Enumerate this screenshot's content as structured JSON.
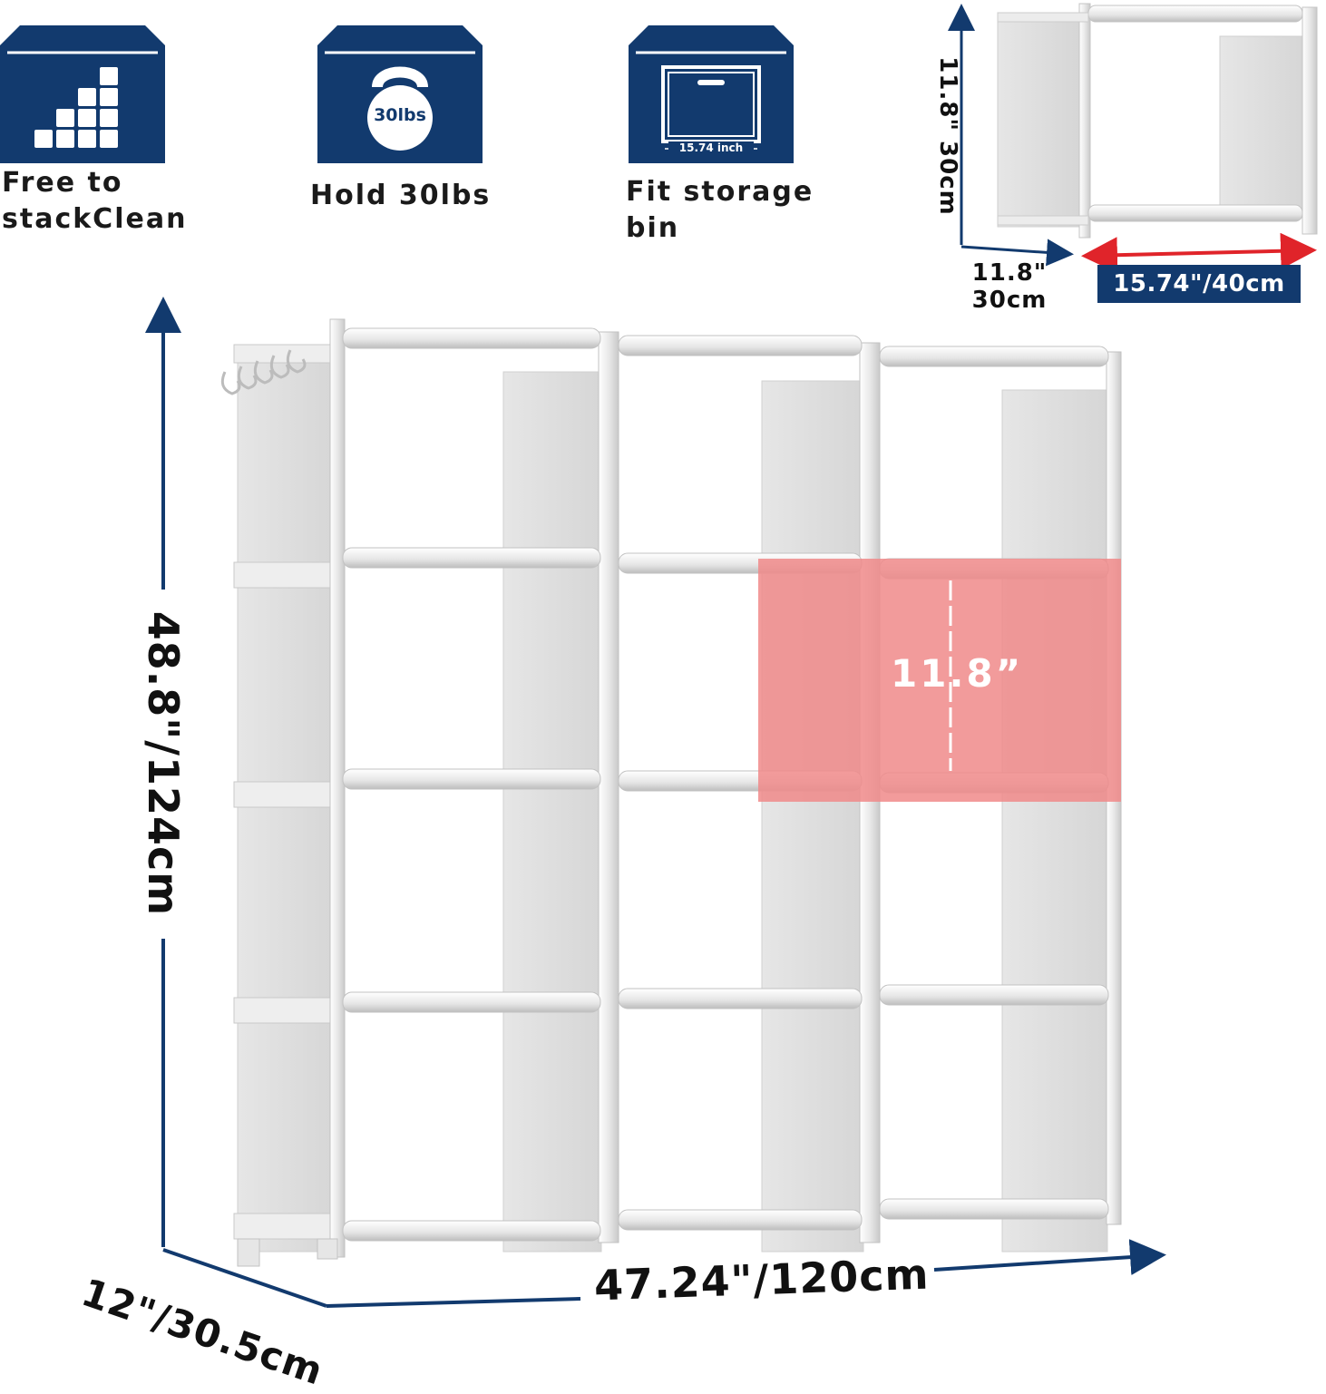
{
  "colors": {
    "brand_navy": "#123a6e",
    "highlight_pink": "#f08a8a",
    "arrow_red": "#e0242a",
    "frame_grey": "#e3e3e3"
  },
  "features": [
    {
      "icon": "stack-icon",
      "label": "Free to\nstackClean"
    },
    {
      "icon": "kettlebell-icon",
      "icon_text": "30lbs",
      "label": "Hold 30lbs"
    },
    {
      "icon": "storage-bin-icon",
      "icon_text": "15.74 inch",
      "label": "Fit storage\nbin"
    }
  ],
  "cube_detail": {
    "height_label": "11.8\" 30cm",
    "depth_label": "11.8\"\n30cm",
    "width_label": "15.74\"/40cm"
  },
  "main_dimensions": {
    "height": "48.8\"/124cm",
    "width": "47.24\"/120cm",
    "depth": "12\"/30.5cm",
    "cube_height": "11.8”"
  }
}
